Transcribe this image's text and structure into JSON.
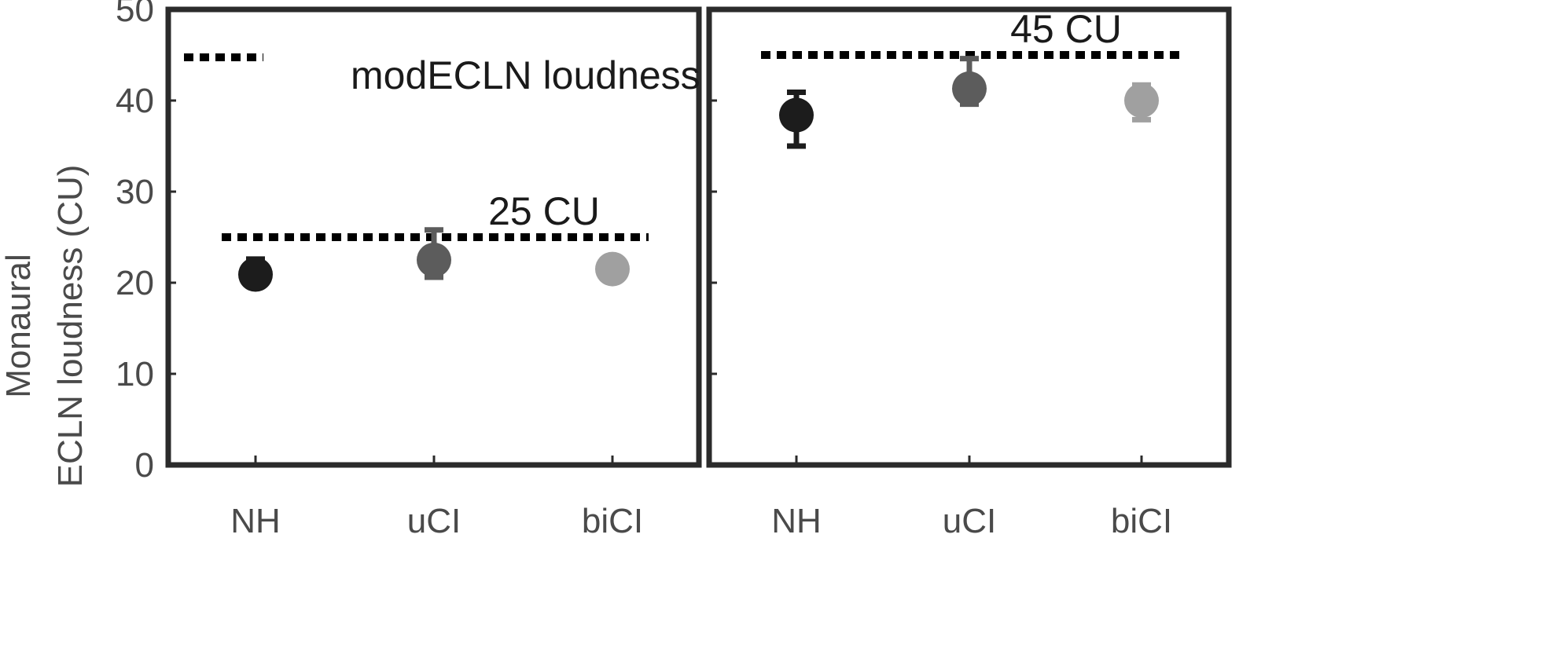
{
  "chart_data": {
    "type": "scatter",
    "ylabel_lines": [
      "Monaural",
      "ECLN loudness (CU)"
    ],
    "yticks": [
      0,
      10,
      20,
      30,
      40,
      50
    ],
    "ylim": [
      0,
      50
    ],
    "categories": [
      "NH",
      "uCI",
      "biCI"
    ],
    "legend": {
      "label": "modECLN loudness",
      "position": "top-left"
    },
    "colors": {
      "NH": "#1c1c1c",
      "uCI": "#5c5c5c",
      "biCI": "#a0a0a0",
      "frame": "#2b2b2b"
    },
    "panels": [
      {
        "reference": {
          "value": 25,
          "label": "25 CU"
        },
        "points": [
          {
            "category": "NH",
            "y": 20.9,
            "err_low": 19.7,
            "err_high": 22.6
          },
          {
            "category": "uCI",
            "y": 22.5,
            "err_low": 20.6,
            "err_high": 25.8
          },
          {
            "category": "biCI",
            "y": 21.5,
            "err_low": 20.6,
            "err_high": 22.6
          }
        ]
      },
      {
        "reference": {
          "value": 45,
          "label": "45 CU"
        },
        "points": [
          {
            "category": "NH",
            "y": 38.4,
            "err_low": 35.0,
            "err_high": 40.9
          },
          {
            "category": "uCI",
            "y": 41.3,
            "err_low": 39.6,
            "err_high": 44.6
          },
          {
            "category": "biCI",
            "y": 40.0,
            "err_low": 37.9,
            "err_high": 41.7
          }
        ]
      }
    ]
  }
}
